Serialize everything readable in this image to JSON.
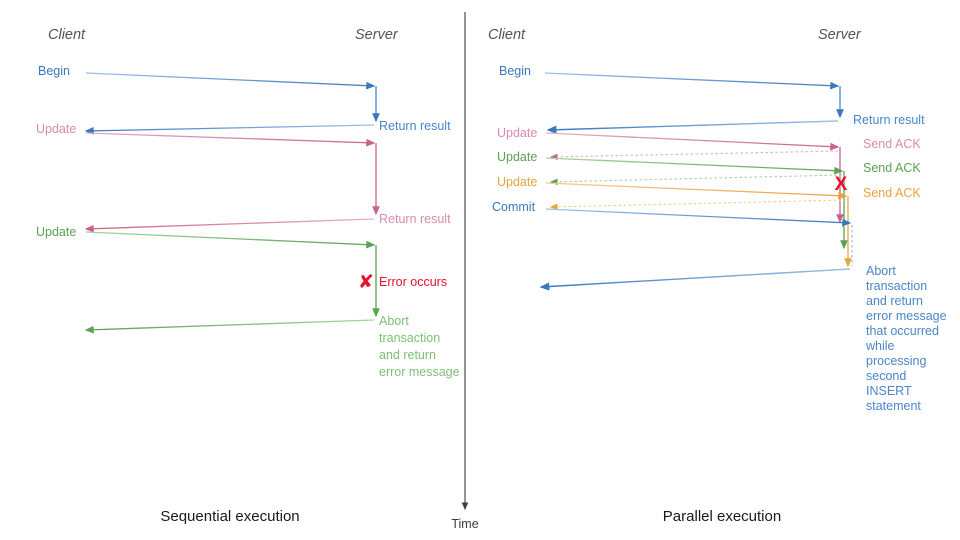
{
  "colors": {
    "blue": "#4a86c8",
    "blue_dark": "#3a78bd",
    "pink": "#c9628f",
    "pink_light": "#e0a0bf",
    "green": "#5aa352",
    "green_light": "#94c88c",
    "orange": "#e8a33d",
    "orange_light": "#f0c276",
    "red": "#e8112d",
    "lane_text": "#555555",
    "caption_text": "#1a1a1a",
    "axis": "#3c3c3c"
  },
  "time_axis": {
    "label": "Time"
  },
  "left_panel": {
    "caption": "Sequential execution",
    "client_lane": "Client",
    "server_lane": "Server",
    "messages": [
      {
        "label": "Begin",
        "color_key": "blue"
      },
      {
        "label": "Update",
        "color_key": "pink"
      },
      {
        "label": "Update",
        "color_key": "green"
      }
    ],
    "server_notes": [
      {
        "label": "Return result",
        "color_key": "blue"
      },
      {
        "label": "Return result",
        "color_key": "pink"
      }
    ],
    "error_note": "Error occurs",
    "abort_note_lines": [
      "Abort",
      "transaction",
      "and return",
      "error message"
    ]
  },
  "right_panel": {
    "caption": "Parallel execution",
    "client_lane": "Client",
    "server_lane": "Server",
    "messages": [
      {
        "label": "Begin",
        "color_key": "blue"
      },
      {
        "label": "Update",
        "color_key": "pink"
      },
      {
        "label": "Update",
        "color_key": "green"
      },
      {
        "label": "Update",
        "color_key": "orange"
      },
      {
        "label": "Commit",
        "color_key": "blue"
      }
    ],
    "server_notes": [
      {
        "label": "Return result",
        "color_key": "blue"
      },
      {
        "label": "Send ACK",
        "color_key": "pink"
      },
      {
        "label": "Send ACK",
        "color_key": "green"
      },
      {
        "label": "Send ACK",
        "color_key": "orange"
      }
    ],
    "error_marker": "X",
    "abort_note_lines": [
      "Abort",
      "transaction",
      "and return",
      "error message",
      "that occurred",
      "while",
      "processing",
      "second",
      "INSERT",
      "statement"
    ]
  }
}
